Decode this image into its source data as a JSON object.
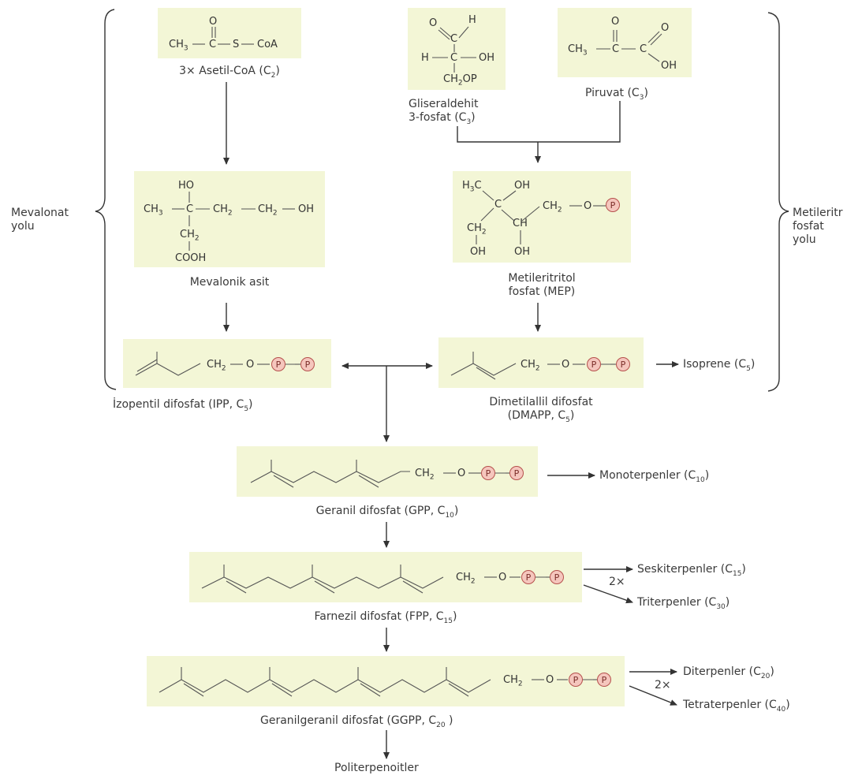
{
  "labels": {
    "acetyl_mult": "3×",
    "acetyl": "Asetil-CoA (C",
    "acetyl_sub": "2",
    "gap_1": "Gliseraldehit",
    "gap_2": "3-fosfat (C",
    "gap_sub": "3",
    "pyruvate": "Piruvat (C",
    "pyruvate_sub": "3",
    "mevalonic": "Mevalonik asit",
    "mep_1": "Metileritritol",
    "mep_2": "fosfat (MEP)",
    "ipp": "İzopentil difosfat (IPP, C",
    "ipp_sub": "5",
    "dmapp_1": "Dimetilallil difosfat",
    "dmapp_2": "(DMAPP, C",
    "dmapp_sub": "5",
    "isoprene": "Isoprene (C",
    "isoprene_sub": "5",
    "gpp": "Geranil difosfat  (GPP, C",
    "gpp_sub": "10",
    "monoterpenes": "Monoterpenler (C",
    "monoterpenes_sub": "10",
    "fpp": "Farnezil difosfat  (FPP, C",
    "fpp_sub": "15",
    "sesquiterpenes": "Seskiterpenler (C",
    "sesquiterpenes_sub": "15",
    "triterpenes": "Triterpenler (C",
    "triterpenes_sub": "30",
    "mult_2x_a": "2×",
    "ggpp": "Geranilgeranil difosfat  (GGPP, C",
    "ggpp_sub": "20",
    "diterpenes": "Diterpenler (C",
    "diterpenes_sub": "20",
    "tetraterpenes": "Tetraterpenler (C",
    "tetraterpenes_sub": "40",
    "mult_2x_b": "2×",
    "polyterpenoids": "Politerpenoitler",
    "mevalonate_path_1": "Mevalonat",
    "mevalonate_path_2": "yolu",
    "mep_path_1": "Metileritr",
    "mep_path_2": "fosfat",
    "mep_path_3": "yolu"
  },
  "structures": {
    "acetyl": {
      "o": "O",
      "ch3": "CH",
      "ch3_sub": "3",
      "c": "C",
      "s": "S",
      "coa": "CoA"
    },
    "gap": {
      "o": "O",
      "h": "H",
      "c": "C",
      "h2": "H",
      "c2": "C",
      "oh": "OH",
      "ch2op": "CH",
      "ch2op_sub": "2",
      "ch2op_tail": "OP"
    },
    "pyruvate": {
      "o1": "O",
      "o2": "O",
      "ch3": "CH",
      "ch3_sub": "3",
      "c1": "C",
      "c2": "C",
      "oh": "OH"
    },
    "mevalonic": {
      "ho": "HO",
      "ch3": "CH",
      "ch3_sub": "3",
      "c": "C",
      "ch2a": "CH",
      "ch2a_sub": "2",
      "ch2b": "CH",
      "ch2b_sub": "2",
      "oh": "OH",
      "ch2c": "CH",
      "ch2c_sub": "2",
      "cooh": "COOH"
    },
    "mep": {
      "h3c": "H",
      "h3c_sub": "3",
      "h3c_tail": "C",
      "oh1": "OH",
      "c": "C",
      "ch2": "CH",
      "ch2_sub": "2",
      "o": "O",
      "p": "P",
      "ch2b": "CH",
      "ch2b_sub": "2",
      "ch": "CH",
      "oh2": "OH",
      "oh3": "OH"
    },
    "pp_chain": {
      "ch2": "CH",
      "ch2_sub": "2",
      "o": "O",
      "p": "P"
    }
  }
}
